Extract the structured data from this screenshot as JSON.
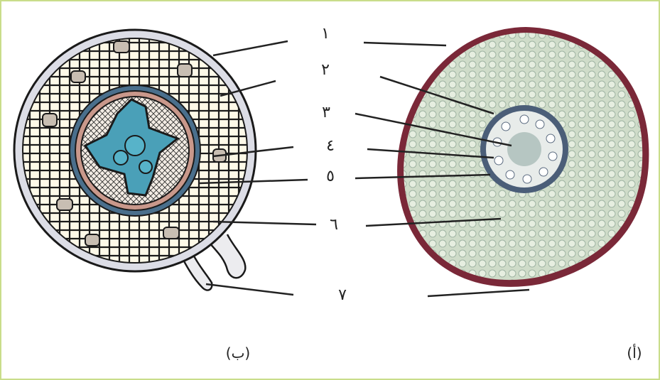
{
  "labels": [
    "١",
    "٢",
    "٣",
    "٤",
    "٥",
    "٦",
    "٧"
  ],
  "captions": {
    "left": "(ب)",
    "right": "(أ)"
  },
  "colors": {
    "frame": "#c9dd8a",
    "cortex_fill": "#fdf9e8",
    "cell_outline": "#1a1a1a",
    "endodermis": "#4a6f8c",
    "pericycle": "#c9988b",
    "xylem": "#4aa0b8",
    "micro_fill": "#c8d8c8",
    "micro_edge": "#8a2a3a"
  }
}
